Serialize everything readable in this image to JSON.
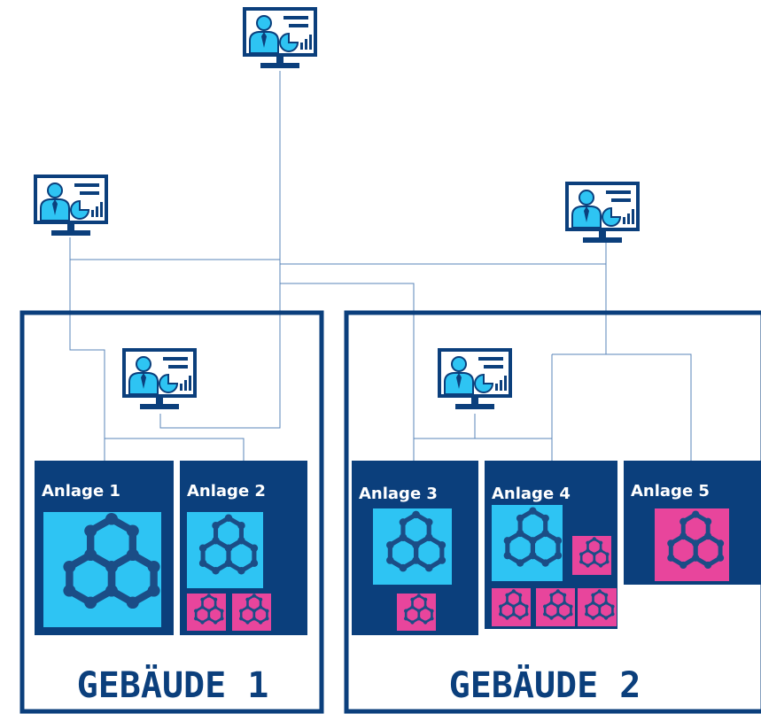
{
  "colors": {
    "navy": "#0b3f7c",
    "cyan": "#2ec4f3",
    "magenta": "#e8459c",
    "hex_stroke": "#1b4d86",
    "wire": "#5a84b8"
  },
  "buildings": [
    {
      "label": "GEBÄUDE 1"
    },
    {
      "label": "GEBÄUDE 2"
    }
  ],
  "plants": [
    {
      "label": "Anlage 1"
    },
    {
      "label": "Anlage 2"
    },
    {
      "label": "Anlage 3"
    },
    {
      "label": "Anlage 4"
    },
    {
      "label": "Anlage 5"
    }
  ],
  "workstations": [
    {
      "icon": "presentation-monitor-icon"
    },
    {
      "icon": "presentation-monitor-icon"
    },
    {
      "icon": "presentation-monitor-icon"
    },
    {
      "icon": "presentation-monitor-icon"
    },
    {
      "icon": "presentation-monitor-icon"
    }
  ]
}
